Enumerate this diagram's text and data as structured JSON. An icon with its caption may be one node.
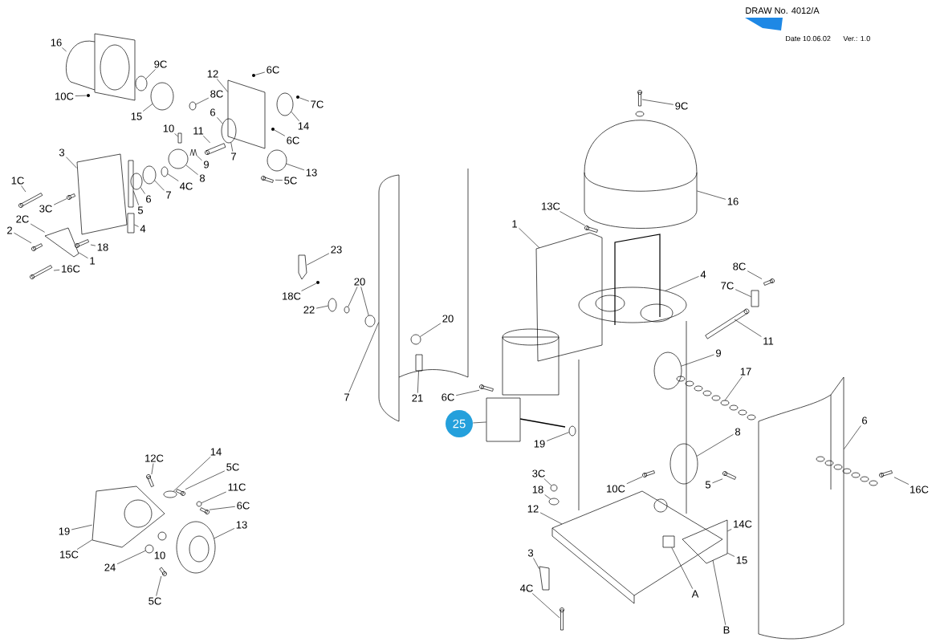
{
  "diagram": {
    "nodes": [
      {
        "text": [
          "16"
        ]
      },
      {
        "text": [
          "9C"
        ]
      },
      {
        "text": [
          "10C"
        ]
      },
      {
        "text": [
          "12"
        ]
      },
      {
        "text": [
          "6C"
        ]
      },
      {
        "text": [
          "8C"
        ]
      },
      {
        "text": [
          "7C"
        ]
      },
      {
        "text": [
          "15"
        ]
      },
      {
        "text": [
          "6"
        ]
      },
      {
        "text": [
          "14"
        ]
      },
      {
        "text": [
          "10"
        ]
      },
      {
        "text": [
          "11"
        ]
      },
      {
        "text": [
          "6C"
        ]
      },
      {
        "text": [
          "7"
        ]
      },
      {
        "text": [
          "9"
        ]
      },
      {
        "text": [
          "13"
        ]
      },
      {
        "text": [
          "3"
        ]
      },
      {
        "text": [
          "1C"
        ]
      },
      {
        "text": [
          "4C"
        ]
      },
      {
        "text": [
          "8"
        ]
      },
      {
        "text": [
          "5C"
        ]
      },
      {
        "text": [
          "7"
        ]
      },
      {
        "text": [
          "6"
        ]
      },
      {
        "text": [
          "3C"
        ]
      },
      {
        "text": [
          "5"
        ]
      },
      {
        "text": [
          "2C"
        ]
      },
      {
        "text": [
          "2"
        ]
      },
      {
        "text": [
          "18"
        ]
      },
      {
        "text": [
          "1"
        ]
      },
      {
        "text": [
          "4"
        ]
      },
      {
        "text": [
          "16C"
        ]
      },
      {
        "text": [
          "12C"
        ]
      },
      {
        "text": [
          "14"
        ]
      },
      {
        "text": [
          "5C"
        ]
      },
      {
        "text": [
          "11C"
        ]
      },
      {
        "text": [
          "6C"
        ]
      },
      {
        "text": [
          "13"
        ]
      },
      {
        "text": [
          "19"
        ]
      },
      {
        "text": [
          "15C"
        ]
      },
      {
        "text": [
          "24"
        ]
      },
      {
        "text": [
          "10"
        ]
      },
      {
        "text": [
          "5C"
        ]
      },
      {
        "text": [
          "23"
        ]
      },
      {
        "text": [
          "18C"
        ]
      },
      {
        "text": [
          "22"
        ]
      },
      {
        "text": [
          "20"
        ]
      },
      {
        "text": [
          "20"
        ]
      },
      {
        "text": [
          "7"
        ]
      },
      {
        "text": [
          "21"
        ]
      },
      {
        "text": [
          "6C"
        ]
      },
      {
        "text": [
          "25"
        ]
      },
      {
        "text": [
          "9C"
        ]
      },
      {
        "text": [
          "16"
        ]
      },
      {
        "text": [
          "13C"
        ]
      },
      {
        "text": [
          "1"
        ]
      },
      {
        "text": [
          "8C"
        ]
      },
      {
        "text": [
          "4"
        ]
      },
      {
        "text": [
          "7C"
        ]
      },
      {
        "text": [
          "11"
        ]
      },
      {
        "text": [
          "9"
        ]
      },
      {
        "text": [
          "17"
        ]
      },
      {
        "text": [
          "6"
        ]
      },
      {
        "text": [
          "8"
        ]
      },
      {
        "text": [
          "19"
        ]
      },
      {
        "text": [
          "3C"
        ]
      },
      {
        "text": [
          "18"
        ]
      },
      {
        "text": [
          "10C"
        ]
      },
      {
        "text": [
          "5"
        ]
      },
      {
        "text": [
          "16C"
        ]
      },
      {
        "text": [
          "12"
        ]
      },
      {
        "text": [
          "14C"
        ]
      },
      {
        "text": [
          "3"
        ]
      },
      {
        "text": [
          "15"
        ]
      },
      {
        "text": [
          "4C"
        ]
      },
      {
        "text": [
          "A"
        ]
      },
      {
        "text": [
          "B"
        ]
      },
      {
        "text": [],
        "shape": "picture"
      },
      {
        "text": [],
        "shape": "circle"
      },
      {
        "text": [],
        "shape": "circle"
      },
      {
        "text": [],
        "shape": "box"
      },
      {
        "text": [],
        "shape": "circle"
      },
      {
        "text": [],
        "shape": "circle"
      },
      {
        "text": [],
        "shape": "circle"
      },
      {
        "text": [],
        "shape": "circle"
      },
      {
        "text": [],
        "shape": "circle"
      },
      {
        "text": [],
        "shape": "circle"
      },
      {
        "text": [],
        "shape": "box"
      },
      {
        "text": [],
        "shape": "bar"
      },
      {
        "text": [],
        "shape": "circle"
      },
      {
        "text": [],
        "shape": "picture"
      },
      {
        "text": [],
        "shape": "circle"
      },
      {
        "text": [],
        "shape": "box"
      },
      {
        "text": [],
        "shape": "bar"
      },
      {
        "text": [],
        "shape": "circle"
      },
      {
        "text": [],
        "shape": "circle"
      },
      {
        "text": [],
        "shape": "bar"
      },
      {
        "text": [],
        "shape": "circle"
      },
      {
        "text": [],
        "shape": "circle"
      },
      {
        "text": [],
        "shape": "bar"
      },
      {
        "text": [],
        "shape": "box"
      },
      {
        "text": [],
        "shape": "box"
      },
      {
        "text": [],
        "shape": "bar"
      },
      {
        "text": [],
        "shape": "bar"
      },
      {
        "text": [],
        "shape": "box"
      },
      {
        "text": [],
        "shape": "bar"
      },
      {
        "text": [],
        "shape": "bar"
      },
      {
        "text": [],
        "shape": "circle"
      },
      {
        "text": [],
        "shape": "bar"
      },
      {
        "text": [],
        "shape": "circle"
      },
      {
        "text": [],
        "shape": "bar"
      },
      {
        "text": [],
        "shape": "picture"
      },
      {
        "text": [],
        "shape": "picture"
      },
      {
        "text": [],
        "shape": "circle"
      },
      {
        "text": [],
        "shape": "bar"
      },
      {
        "text": [],
        "shape": "box"
      },
      {
        "text": [],
        "shape": "circle"
      },
      {
        "text": [],
        "shape": "circle"
      },
      {
        "text": [],
        "shape": "circle"
      },
      {
        "text": [],
        "shape": "circle"
      },
      {
        "text": [],
        "shape": "circle"
      },
      {
        "text": [],
        "shape": "picture"
      },
      {
        "text": [],
        "shape": "box"
      },
      {
        "text": [],
        "shape": "bar"
      },
      {
        "text": [],
        "shape": "picture"
      },
      {
        "text": [],
        "shape": "bar"
      },
      {
        "text": [],
        "shape": "picture"
      },
      {
        "text": [],
        "shape": "bar"
      },
      {
        "text": [],
        "shape": "box"
      },
      {
        "text": [],
        "shape": "bar"
      },
      {
        "text": [],
        "shape": "picture"
      },
      {
        "text": [],
        "shape": "box"
      },
      {
        "text": [],
        "shape": "bar"
      },
      {
        "text": [],
        "shape": "circle"
      },
      {
        "text": [],
        "shape": "picture"
      },
      {
        "text": [],
        "shape": "picture"
      },
      {
        "text": [],
        "shape": "circle"
      },
      {
        "text": [],
        "shape": "circle"
      },
      {
        "text": [],
        "shape": "circle"
      },
      {
        "text": [],
        "shape": "circle"
      },
      {
        "text": [],
        "shape": "bar"
      },
      {
        "text": [],
        "shape": "bar"
      },
      {
        "text": [],
        "shape": "bar"
      },
      {
        "text": [],
        "shape": "picture"
      },
      {
        "text": [],
        "shape": "box"
      },
      {
        "text": [],
        "shape": "box"
      },
      {
        "text": [],
        "shape": "bar"
      },
      {
        "text": [],
        "shape": "box",
        "in": 142
      }
    ],
    "edges": [
      {
        "from": 0,
        "to": 76,
        "arrow": "none"
      },
      {
        "from": 1,
        "to": 77,
        "arrow": "none"
      },
      {
        "from": 2,
        "to": 78,
        "arrow": "none"
      },
      {
        "from": 3,
        "to": 79,
        "arrow": "none"
      },
      {
        "from": 4,
        "to": 80,
        "arrow": "none"
      },
      {
        "from": 5,
        "to": 81,
        "arrow": "none"
      },
      {
        "from": 6,
        "to": 82,
        "arrow": "none"
      },
      {
        "from": 7,
        "to": 83,
        "arrow": "none"
      },
      {
        "from": 8,
        "to": 84,
        "arrow": "none"
      },
      {
        "from": 9,
        "to": 85,
        "arrow": "none"
      },
      {
        "from": 10,
        "to": 86,
        "arrow": "none"
      },
      {
        "from": 11,
        "to": 87,
        "arrow": "none"
      },
      {
        "from": 12,
        "to": 88,
        "arrow": "none"
      },
      {
        "from": 13,
        "to": 84,
        "arrow": "none"
      },
      {
        "from": 14,
        "to": 89,
        "arrow": "none"
      },
      {
        "from": 15,
        "to": 90,
        "arrow": "none"
      },
      {
        "from": 16,
        "to": 91,
        "arrow": "none"
      },
      {
        "from": 17,
        "to": 92,
        "arrow": "none"
      },
      {
        "from": 18,
        "to": 93,
        "arrow": "none"
      },
      {
        "from": 19,
        "to": 94,
        "arrow": "none"
      },
      {
        "from": 20,
        "to": 95,
        "arrow": "none"
      },
      {
        "from": 21,
        "to": 96,
        "arrow": "none"
      },
      {
        "from": 22,
        "to": 97,
        "arrow": "none"
      },
      {
        "from": 23,
        "to": 98,
        "arrow": "none"
      },
      {
        "from": 24,
        "to": 99,
        "arrow": "none"
      },
      {
        "from": 25,
        "to": 100,
        "arrow": "none"
      },
      {
        "from": 26,
        "to": 101,
        "arrow": "none"
      },
      {
        "from": 27,
        "to": 102,
        "arrow": "none"
      },
      {
        "from": 28,
        "to": 100,
        "arrow": "none"
      },
      {
        "from": 29,
        "to": 103,
        "arrow": "none"
      },
      {
        "from": 30,
        "to": 104,
        "arrow": "none"
      },
      {
        "from": 31,
        "to": 105,
        "arrow": "none"
      },
      {
        "from": 32,
        "to": 106,
        "arrow": "none"
      },
      {
        "from": 33,
        "to": 107,
        "arrow": "none"
      },
      {
        "from": 34,
        "to": 108,
        "arrow": "none"
      },
      {
        "from": 35,
        "to": 109,
        "arrow": "none"
      },
      {
        "from": 36,
        "to": 110,
        "arrow": "none"
      },
      {
        "from": 37,
        "to": 111,
        "arrow": "none"
      },
      {
        "from": 38,
        "to": 111,
        "arrow": "none"
      },
      {
        "from": 39,
        "to": 112,
        "arrow": "none"
      },
      {
        "from": 41,
        "to": 113,
        "arrow": "none"
      },
      {
        "from": 42,
        "to": 114,
        "arrow": "none"
      },
      {
        "from": 43,
        "to": 115,
        "arrow": "none"
      },
      {
        "from": 44,
        "to": 116,
        "arrow": "none"
      },
      {
        "from": 45,
        "to": 117,
        "arrow": "none"
      },
      {
        "from": 45,
        "to": 118,
        "arrow": "none"
      },
      {
        "from": 46,
        "to": 119,
        "arrow": "none"
      },
      {
        "from": 47,
        "to": 120,
        "arrow": "none"
      },
      {
        "from": 48,
        "to": 121,
        "arrow": "none"
      },
      {
        "from": 49,
        "to": 122,
        "arrow": "none"
      },
      {
        "from": 50,
        "to": 123,
        "arrow": "none"
      },
      {
        "from": 51,
        "to": 124,
        "arrow": "none"
      },
      {
        "from": 52,
        "to": 125,
        "arrow": "none"
      },
      {
        "from": 53,
        "to": 126,
        "arrow": "none"
      },
      {
        "from": 54,
        "to": 127,
        "arrow": "none"
      },
      {
        "from": 55,
        "to": 128,
        "arrow": "none"
      },
      {
        "from": 56,
        "to": 129,
        "arrow": "none"
      },
      {
        "from": 57,
        "to": 130,
        "arrow": "none"
      },
      {
        "from": 58,
        "to": 131,
        "arrow": "none"
      },
      {
        "from": 59,
        "to": 132,
        "arrow": "none"
      },
      {
        "from": 60,
        "to": 133,
        "arrow": "none"
      },
      {
        "from": 61,
        "to": 134,
        "arrow": "none"
      },
      {
        "from": 62,
        "to": 135,
        "arrow": "none"
      },
      {
        "from": 63,
        "to": 136,
        "arrow": "none"
      },
      {
        "from": 64,
        "to": 137,
        "arrow": "none"
      },
      {
        "from": 65,
        "to": 138,
        "arrow": "none"
      },
      {
        "from": 66,
        "to": 139,
        "arrow": "none"
      },
      {
        "from": 67,
        "to": 140,
        "arrow": "none"
      },
      {
        "from": 68,
        "to": 141,
        "arrow": "none"
      },
      {
        "from": 69,
        "to": 142,
        "arrow": "none"
      },
      {
        "from": 70,
        "to": 143,
        "arrow": "none"
      },
      {
        "from": 71,
        "to": 144,
        "arrow": "none"
      },
      {
        "from": 72,
        "to": 143,
        "arrow": "none"
      },
      {
        "from": 73,
        "to": 145,
        "arrow": "none"
      },
      {
        "from": 74,
        "to": 146,
        "arrow": "none"
      },
      {
        "from": 75,
        "to": 143,
        "arrow": "none"
      }
    ],
    "labels": [
      "DRAW No. 4012/A",
      "Date 10.06.02",
      "Ver.: 1.0"
    ]
  }
}
